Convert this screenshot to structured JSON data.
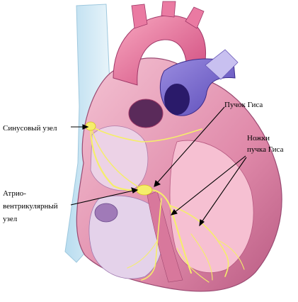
{
  "labels": {
    "sinus_node": "Синусовый узел",
    "bundle_of_his": "Пучок Гиса",
    "bundle_branches_line1": "Ножки",
    "bundle_branches_line2": "пучка Гиса",
    "av_node_line1": "Атрио-",
    "av_node_line2": "вентрикулярный",
    "av_node_line3": "узел"
  },
  "colors": {
    "heart_muscle": "#e8a0b8",
    "heart_dark": "#c86a92",
    "chamber_inner": "#d8c6e8",
    "aorta": "#e05a8c",
    "vein_blue": "#7a6ad0",
    "conduction": "#f5ee6a",
    "vessel_left": "#cfe6f2"
  }
}
